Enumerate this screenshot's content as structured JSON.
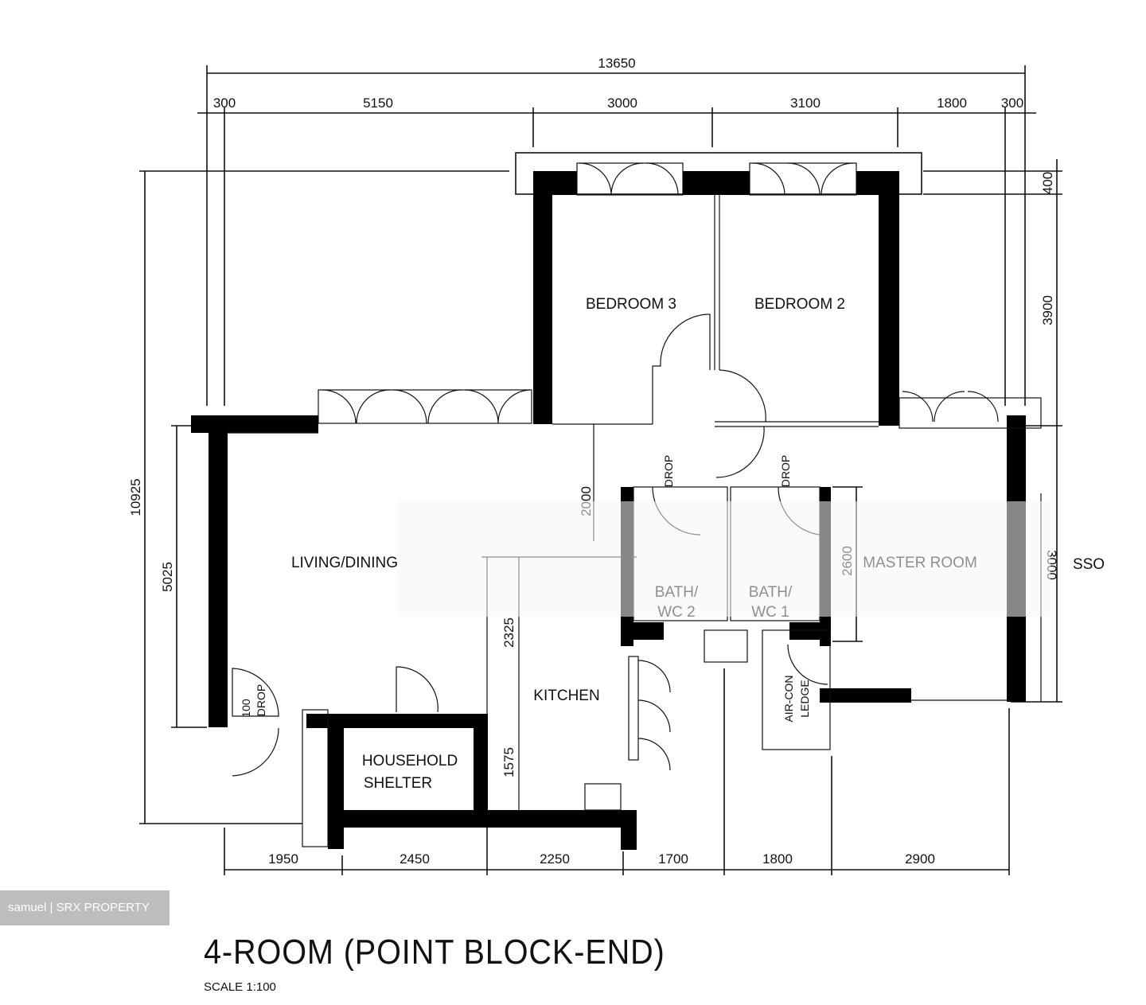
{
  "plan": {
    "title": "4-ROOM (POINT BLOCK-END)",
    "scale": "SCALE   1:100",
    "watermark": "samuel | SRX PROPERTY"
  },
  "rooms": {
    "bedroom3": "BEDROOM 3",
    "bedroom2": "BEDROOM 2",
    "living": "LIVING/DINING",
    "master": "MASTER ROOM",
    "kitchen": "KITCHEN",
    "shelter_1": "HOUSEHOLD",
    "shelter_2": "SHELTER",
    "bath1_1": "BATH/",
    "bath1_2": "WC 2",
    "bath2_1": "BATH/",
    "bath2_2": "WC 1",
    "aircon_1": "AIR-CON",
    "aircon_2": "LEDGE",
    "drop": "DROP",
    "drop100": "100",
    "service": "SSO"
  },
  "dimensions": {
    "overall_width": "13650",
    "top": [
      "300",
      "5150",
      "3000",
      "3100",
      "1800",
      "300"
    ],
    "bottom": [
      "1950",
      "2450",
      "2250",
      "1700",
      "1800",
      "2900"
    ],
    "left_overall": "10925",
    "left_living": "5025",
    "right": [
      "400",
      "3900"
    ],
    "corridor": "2000",
    "bath_height": "2600",
    "kitchen_upper": "2325",
    "kitchen_lower": "1575",
    "master_right": "3000"
  }
}
